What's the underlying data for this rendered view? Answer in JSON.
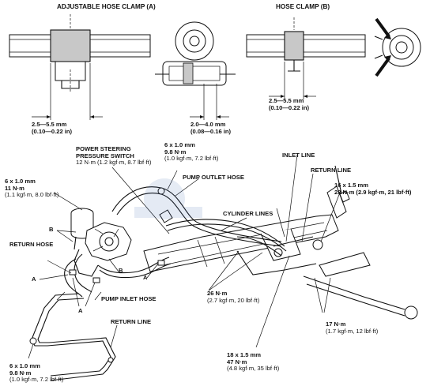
{
  "top": {
    "clamp_a": {
      "title": "ADJUSTABLE HOSE CLAMP (A)",
      "dim1_line1": "2.5—5.5 mm",
      "dim1_line2": "(0.10—0.22 in)",
      "dim2_line1": "2.0—4.0 mm",
      "dim2_line2": "(0.08—0.16 in)"
    },
    "clamp_b": {
      "title": "HOSE CLAMP (B)",
      "dim_line1": "2.5—5.5 mm",
      "dim_line2": "(0.10—0.22 in)"
    }
  },
  "assembly": {
    "ps_switch": {
      "line1": "POWER STEERING",
      "line2": "PRESSURE SWITCH",
      "line3": "12 N·m (1.2 kgf·m, 8.7 lbf·ft)"
    },
    "torque_top": {
      "line1": "6 x 1.0 mm",
      "line2": "9.8 N·m",
      "line3": "(1.0 kgf·m, 7.2 lbf·ft)"
    },
    "pump_outlet_hose": "PUMP OUTLET HOSE",
    "inlet_line": "INLET LINE",
    "return_line_top": "RETURN LINE",
    "torque_16": {
      "line1": "16 x 1.5 mm",
      "line2": "28 N·m (2.9 kgf·m, 21 lbf·ft)"
    },
    "torque_pump": {
      "line1": "6 x 1.0 mm",
      "line2": "11 N·m",
      "line3": "(1.1 kgf·m, 8.0 lbf·ft)"
    },
    "cylinder_lines": "CYLINDER LINES",
    "label_b": "B",
    "label_a": "A",
    "return_hose": "RETURN HOSE",
    "pump_inlet_hose": "PUMP INLET HOSE",
    "return_line_bottom": "RETURN LINE",
    "torque_26": {
      "line1": "26 N·m",
      "line2": "(2.7 kgf·m, 20 lbf·ft)"
    },
    "torque_17": {
      "line1": "17 N·m",
      "line2": "(1.7 kgf·m, 12 lbf·ft)"
    },
    "torque_18": {
      "line1": "18 x 1.5 mm",
      "line2": "47 N·m",
      "line3": "(4.8 kgf·m, 35 lbf·ft)"
    },
    "torque_bottom": {
      "line1": "6 x 1.0 mm",
      "line2": "9.8 N·m",
      "line3": "(1.0 kgf·m, 7.2 lbf·ft)"
    }
  }
}
